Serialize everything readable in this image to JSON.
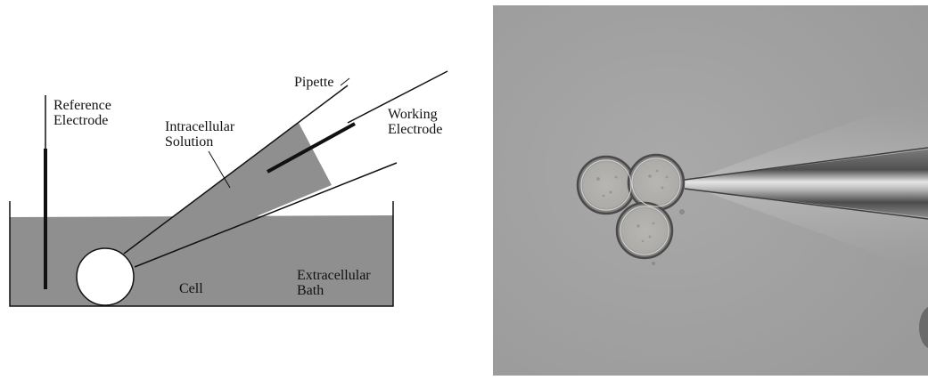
{
  "diagram": {
    "labels": {
      "reference_electrode": [
        "Reference",
        "Electrode"
      ],
      "pipette": "Pipette",
      "intracellular_solution": [
        "Intracellular",
        "Solution"
      ],
      "working_electrode": [
        "Working",
        "Electrode"
      ],
      "cell": "Cell",
      "extracellular_bath": [
        "Extracellular",
        "Bath"
      ]
    },
    "colors": {
      "bath": "#8f8f8f",
      "solution": "#8f8f8f",
      "outline": "#111111",
      "cell": "#ffffff"
    }
  },
  "photo": {
    "content": "micrograph-cell-cluster-with-pipette",
    "colors": {
      "background": "#a2a2a2",
      "cell_body": "#b1b0ae",
      "pipette_dark": "#5a5a5a",
      "pipette_light": "#dcdcdc"
    }
  }
}
